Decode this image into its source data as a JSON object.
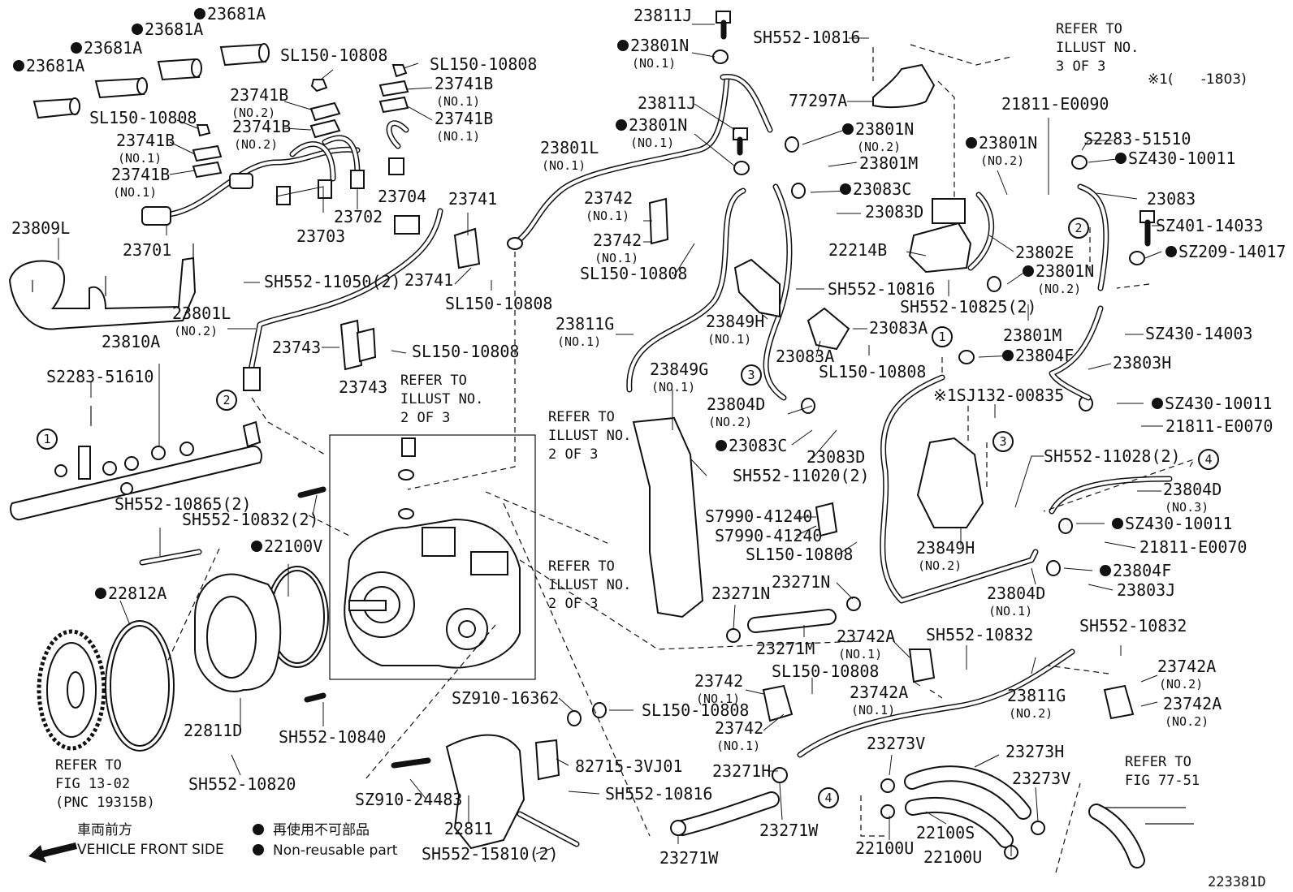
{
  "diagram_id": "223381D",
  "legend": {
    "jp_front": "車両前方",
    "en_front": "VEHICLE FRONT SIDE",
    "jp_nonreusable": "再使用不可部品",
    "en_nonreusable": "Non-reusable part",
    "footnote": "※1(　　-1803)"
  },
  "labels": [
    {
      "id": "l1",
      "text": "23681A",
      "dot": true
    },
    {
      "id": "l2",
      "text": "23681A",
      "dot": true
    },
    {
      "id": "l3",
      "text": "23681A",
      "dot": true
    },
    {
      "id": "l4",
      "text": "23681A",
      "dot": true
    },
    {
      "id": "l5",
      "text": "SL150-10808"
    },
    {
      "id": "l6",
      "text": "SL150-10808"
    },
    {
      "id": "l7",
      "text": "SL150-10808"
    },
    {
      "id": "l8",
      "text": "23741B",
      "sub": "(NO.2)"
    },
    {
      "id": "l9",
      "text": "23741B",
      "sub": "(NO.2)"
    },
    {
      "id": "l10",
      "text": "23741B",
      "sub": "(NO.1)"
    },
    {
      "id": "l11",
      "text": "23741B",
      "sub": "(NO.1)"
    },
    {
      "id": "l12",
      "text": "23741B",
      "sub": "(NO.1)"
    },
    {
      "id": "l13",
      "text": "23741B",
      "sub": "(NO.1)"
    },
    {
      "id": "l14",
      "text": "23704"
    },
    {
      "id": "l15",
      "text": "23702"
    },
    {
      "id": "l16",
      "text": "23703"
    },
    {
      "id": "l17",
      "text": "23701"
    },
    {
      "id": "l18",
      "text": "23809L"
    },
    {
      "id": "l19",
      "text": "SH552-11050(2)"
    },
    {
      "id": "l20",
      "text": "23810A"
    },
    {
      "id": "l21",
      "text": "S2283-51610"
    },
    {
      "id": "l22",
      "text": "23741"
    },
    {
      "id": "l23",
      "text": "23741"
    },
    {
      "id": "l24",
      "text": "SL150-10808"
    },
    {
      "id": "l25",
      "text": "23801L",
      "sub": "(NO.1)"
    },
    {
      "id": "l26",
      "text": "23801L",
      "sub": "(NO.2)"
    },
    {
      "id": "l27",
      "text": "23743"
    },
    {
      "id": "l28",
      "text": "23743"
    },
    {
      "id": "l29",
      "text": "SL150-10808"
    },
    {
      "id": "l30",
      "text": "SH552-10865(2)"
    },
    {
      "id": "l31",
      "text": "SH552-10832(2)"
    },
    {
      "id": "l32",
      "text": "22100V",
      "dot": true
    },
    {
      "id": "l33",
      "text": "22812A",
      "dot": true
    },
    {
      "id": "l34",
      "text": "22811D"
    },
    {
      "id": "l35",
      "text": "SH552-10840"
    },
    {
      "id": "l36",
      "text": "SH552-10820"
    },
    {
      "id": "l37",
      "text": "23811J"
    },
    {
      "id": "l38",
      "text": "23801N",
      "sub": "(NO.1)",
      "dot": true
    },
    {
      "id": "l39",
      "text": "23811J"
    },
    {
      "id": "l40",
      "text": "23801N",
      "sub": "(NO.1)",
      "dot": true
    },
    {
      "id": "l41",
      "text": "SH552-10816"
    },
    {
      "id": "l42",
      "text": "77297A"
    },
    {
      "id": "l43",
      "text": "23801N",
      "sub": "(NO.2)",
      "dot": true
    },
    {
      "id": "l44",
      "text": "23801M"
    },
    {
      "id": "l45",
      "text": "23083C",
      "dot": true
    },
    {
      "id": "l46",
      "text": "23083D"
    },
    {
      "id": "l47",
      "text": "23742",
      "sub": "(NO.1)"
    },
    {
      "id": "l48",
      "text": "23742",
      "sub": "(NO.1)"
    },
    {
      "id": "l49",
      "text": "SL150-10808"
    },
    {
      "id": "l50",
      "text": "22214B"
    },
    {
      "id": "l51",
      "text": "23801N",
      "sub": "(NO.2)",
      "dot": true
    },
    {
      "id": "l52",
      "text": "21811-E0090"
    },
    {
      "id": "l53",
      "text": "S2283-51510"
    },
    {
      "id": "l54",
      "text": "SZ430-10011",
      "dot": true
    },
    {
      "id": "l55",
      "text": "23083"
    },
    {
      "id": "l56",
      "text": "SZ401-14033"
    },
    {
      "id": "l57",
      "text": "SZ209-14017",
      "dot": true
    },
    {
      "id": "l58",
      "text": "23802E"
    },
    {
      "id": "l59",
      "text": "23801N",
      "sub": "(NO.2)",
      "dot": true
    },
    {
      "id": "l60",
      "text": "SH552-10825(2)"
    },
    {
      "id": "l61",
      "text": "23801M"
    },
    {
      "id": "l62",
      "text": "SZ430-14003"
    },
    {
      "id": "l63",
      "text": "23804F",
      "dot": true
    },
    {
      "id": "l64",
      "text": "23803H"
    },
    {
      "id": "l65",
      "text": "23811G",
      "sub": "(NO.1)"
    },
    {
      "id": "l66",
      "text": "SH552-10816"
    },
    {
      "id": "l67",
      "text": "23849H",
      "sub": "(NO.1)"
    },
    {
      "id": "l68",
      "text": "23083A"
    },
    {
      "id": "l69",
      "text": "23083A"
    },
    {
      "id": "l70",
      "text": "SL150-10808"
    },
    {
      "id": "l71",
      "text": "23849G",
      "sub": "(NO.1)"
    },
    {
      "id": "l72",
      "text": "23804D",
      "sub": "(NO.2)"
    },
    {
      "id": "l73",
      "text": "23083C",
      "dot": true
    },
    {
      "id": "l74",
      "text": "23083D"
    },
    {
      "id": "l75",
      "text": "SH552-11020(2)"
    },
    {
      "id": "l76",
      "text": "SJ132-00835",
      "prefix": "※1"
    },
    {
      "id": "l77",
      "text": "SZ430-10011",
      "dot": true
    },
    {
      "id": "l78",
      "text": "21811-E0070"
    },
    {
      "id": "l79",
      "text": "SH552-11028(2)"
    },
    {
      "id": "l80",
      "text": "23804D",
      "sub": "(NO.3)"
    },
    {
      "id": "l81",
      "text": "SZ430-10011",
      "dot": true
    },
    {
      "id": "l82",
      "text": "21811-E0070"
    },
    {
      "id": "l83",
      "text": "S7990-41240"
    },
    {
      "id": "l84",
      "text": "S7990-41240"
    },
    {
      "id": "l85",
      "text": "SL150-10808"
    },
    {
      "id": "l86",
      "text": "23849H",
      "sub": "(NO.2)"
    },
    {
      "id": "l87",
      "text": "23804F",
      "dot": true
    },
    {
      "id": "l88",
      "text": "23803J"
    },
    {
      "id": "l89",
      "text": "23804D",
      "sub": "(NO.1)"
    },
    {
      "id": "l90",
      "text": "23271N"
    },
    {
      "id": "l91",
      "text": "23271N"
    },
    {
      "id": "l92",
      "text": "23271M"
    },
    {
      "id": "l93",
      "text": "23742A",
      "sub": "(NO.1)"
    },
    {
      "id": "l94",
      "text": "SH552-10832"
    },
    {
      "id": "l95",
      "text": "SH552-10832"
    },
    {
      "id": "l96",
      "text": "SL150-10808"
    },
    {
      "id": "l97",
      "text": "23742",
      "sub": "(NO.1)"
    },
    {
      "id": "l98",
      "text": "23742A",
      "sub": "(NO.1)"
    },
    {
      "id": "l99",
      "text": "23811G",
      "sub": "(NO.2)"
    },
    {
      "id": "l100",
      "text": "23742A",
      "sub": "(NO.2)"
    },
    {
      "id": "l101",
      "text": "23742A",
      "sub": "(NO.2)"
    },
    {
      "id": "l102",
      "text": "23742",
      "sub": "(NO.1)"
    },
    {
      "id": "l103",
      "text": "23273V"
    },
    {
      "id": "l104",
      "text": "23273H"
    },
    {
      "id": "l105",
      "text": "23271H"
    },
    {
      "id": "l106",
      "text": "23273V"
    },
    {
      "id": "l107",
      "text": "22100S"
    },
    {
      "id": "l108",
      "text": "22100U"
    },
    {
      "id": "l109",
      "text": "22100U"
    },
    {
      "id": "l110",
      "text": "23271W"
    },
    {
      "id": "l111",
      "text": "23271W"
    },
    {
      "id": "l112",
      "text": "SZ910-16362"
    },
    {
      "id": "l113",
      "text": "SL150-10808"
    },
    {
      "id": "l114",
      "text": "82715-3VJ01"
    },
    {
      "id": "l115",
      "text": "SH552-10816"
    },
    {
      "id": "l116",
      "text": "SZ910-24483"
    },
    {
      "id": "l117",
      "text": "22811"
    },
    {
      "id": "l118",
      "text": "SH552-15810(2)"
    }
  ],
  "refs": [
    {
      "id": "r1",
      "lines": [
        "REFER TO",
        "ILLUST NO.",
        "3 OF 3"
      ]
    },
    {
      "id": "r2",
      "lines": [
        "REFER TO",
        "ILLUST NO.",
        "2 OF 3"
      ]
    },
    {
      "id": "r3",
      "lines": [
        "REFER TO",
        "ILLUST NO.",
        "2 OF 3"
      ]
    },
    {
      "id": "r4",
      "lines": [
        "REFER TO",
        "ILLUST NO.",
        "2 OF 3"
      ]
    },
    {
      "id": "r5",
      "lines": [
        "REFER TO",
        "FIG 13-02",
        "(PNC 19315B)"
      ]
    },
    {
      "id": "r6",
      "lines": [
        "REFER TO",
        "FIG 77-51"
      ]
    }
  ],
  "callouts": [
    "1",
    "2",
    "3",
    "4"
  ]
}
